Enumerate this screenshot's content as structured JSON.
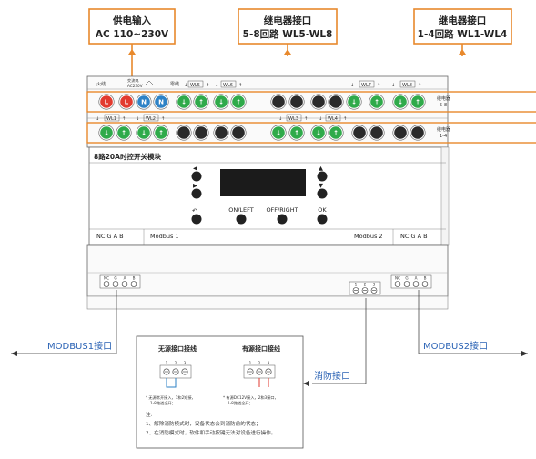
{
  "callouts": {
    "power": {
      "line1": "供电输入",
      "line2": "AC 110~230V"
    },
    "relay58": {
      "line1": "继电器接口",
      "line2": "5-8回路 WL5-WL8"
    },
    "relay14": {
      "line1": "继电器接口",
      "line2": "1-4回路 WL1-WL4"
    }
  },
  "top_labels": {
    "live": "火线",
    "neutral": "零线",
    "supply_line1": "交流电",
    "supply_line2": "AC230V",
    "wl5": "WL5",
    "wl6": "WL6",
    "wl7": "WL7",
    "wl8": "WL8",
    "wl1": "WL1",
    "wl2": "WL2",
    "wl3": "WL3",
    "wl4": "WL4"
  },
  "row_labels": {
    "top_line1": "继电器",
    "top_line2": "5-8",
    "bottom_line1": "继电器",
    "bottom_line2": "1-4"
  },
  "terminal_letters": {
    "L": "L",
    "N": "N"
  },
  "module": {
    "title": "8路20A时控开关模块",
    "buttons": {
      "on_left": "ON/LEFT",
      "off_right": "OFF/RIGHT",
      "ok": "OK"
    },
    "bus_left_pins": "NC G A B",
    "bus_left_name": "Modbus 1",
    "bus_right_name": "Modbus 2",
    "bus_right_pins": "NC G A B"
  },
  "bottom_terminals": {
    "left_pins": [
      "NC",
      "G",
      "A",
      "B"
    ],
    "mid_pins": [
      "1",
      "2",
      "3"
    ],
    "right_pins": [
      "NC",
      "G",
      "A",
      "B"
    ]
  },
  "labels": {
    "modbus1": "MODBUS1接口",
    "modbus2": "MODBUS2接口",
    "fire": "消防接口"
  },
  "fire_box": {
    "passive_title": "无源接口接线",
    "active_title": "有源接口接线",
    "terminal_nums": [
      "1",
      "2",
      "3"
    ],
    "passive_note_1": "* 无源常开接入，1和2短接，",
    "passive_note_2": "1-8路道全开；",
    "active_note_1": "* 有源DC12V接入，2和3接口，",
    "active_note_2": "1-8路道全开；",
    "note_heading": "注:",
    "note_1": "1、解除消防模式时，设备状态会到消防前的状态；",
    "note_2": "2、在消防模式时，软件和手动按键无法对设备进行操作。"
  },
  "colors": {
    "orange": "#e8892c",
    "red_terminal": "#e23a2f",
    "blue_terminal": "#2d82c6",
    "green_terminal": "#2faa4a",
    "dark_terminal": "#2a2a2a",
    "label_blue": "#2b63b5"
  }
}
